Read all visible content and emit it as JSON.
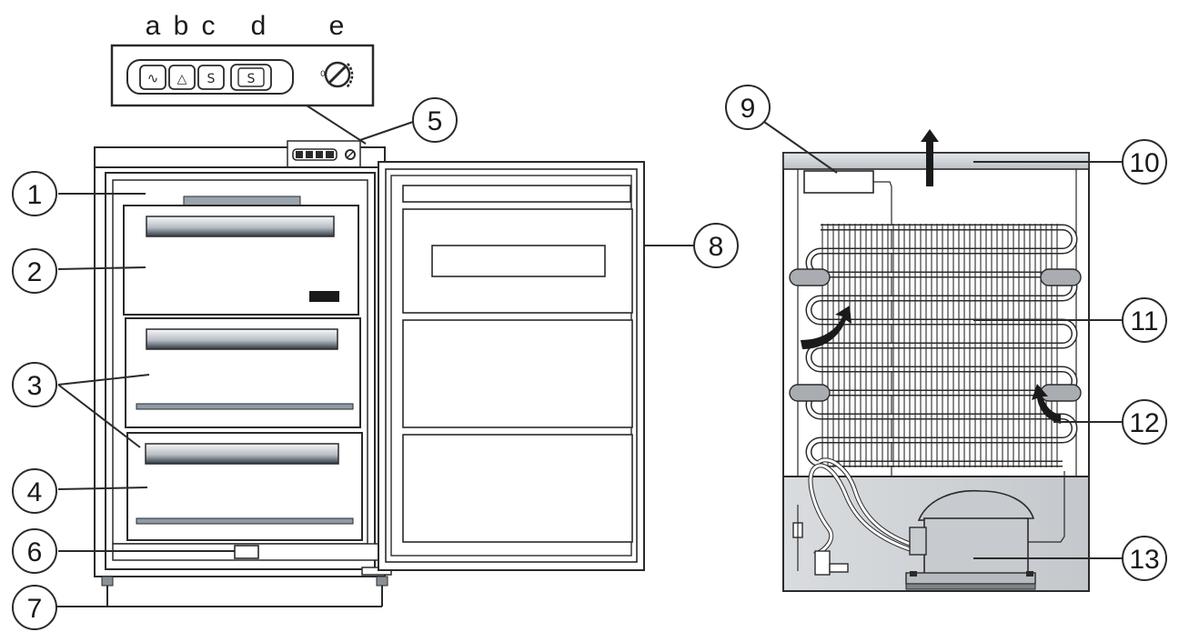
{
  "control_panel": {
    "letters": [
      "a",
      "b",
      "c",
      "d",
      "e"
    ],
    "button_symbols": [
      "∿",
      "△",
      "S",
      "S"
    ]
  },
  "callouts": [
    "1",
    "2",
    "3",
    "4",
    "5",
    "6",
    "7",
    "8",
    "9",
    "10",
    "11",
    "12",
    "13"
  ],
  "colors": {
    "line": "#2a2a2a",
    "panel_fill": "#c9cdd1",
    "drawer_grad_top": "#f2f4f6",
    "drawer_grad_bottom": "#2f3a44",
    "compartment_fill": "#d6d9dc",
    "bracket_fill": "#a9adb1"
  }
}
